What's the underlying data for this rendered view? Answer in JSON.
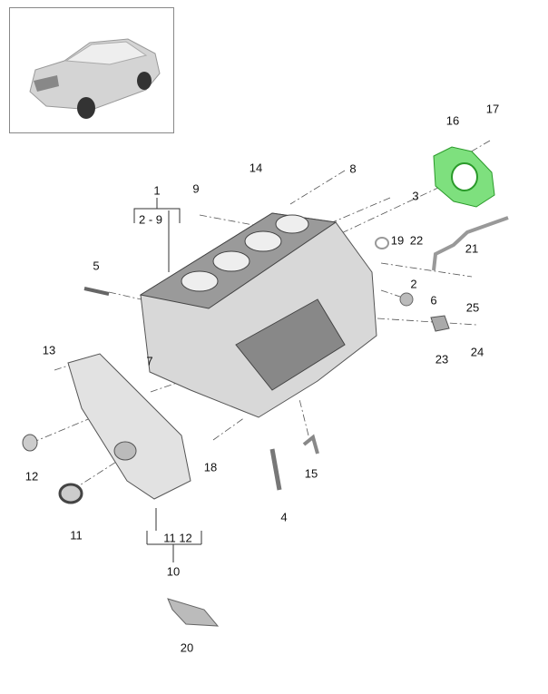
{
  "diagram": {
    "thumbnail": "vehicle-thumbnail",
    "highlight_color": "#7ee07e",
    "labels": {
      "p1": "1",
      "p2_9": "2 - 9",
      "p2": "2",
      "p3": "3",
      "p4": "4",
      "p5": "5",
      "p6": "6",
      "p7": "7",
      "p8": "8",
      "p9": "9",
      "p10": "10",
      "p11": "11",
      "p11_12": "11  12",
      "p12": "12",
      "p13": "13",
      "p14": "14",
      "p15": "15",
      "p16": "16",
      "p17": "17",
      "p18": "18",
      "p19": "19",
      "p20": "20",
      "p21": "21",
      "p22": "22",
      "p23": "23",
      "p24": "24",
      "p25": "25"
    }
  }
}
